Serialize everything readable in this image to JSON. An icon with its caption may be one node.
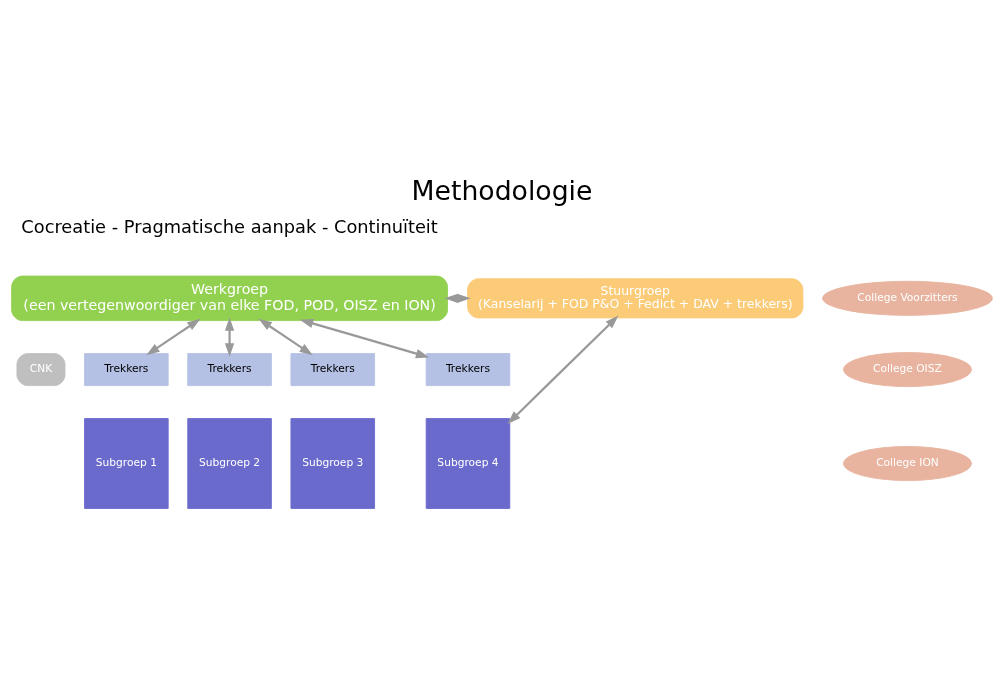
{
  "diagram": {
    "title": "Methodologie",
    "nodes": [
      {
        "text": [
          "College Voorzitters"
        ]
      },
      {
        "text": [
          "College OISZ"
        ]
      },
      {
        "text": [
          "College ION"
        ]
      },
      {
        "text": [
          "CNK"
        ]
      },
      {
        "text": [
          "Werkgroep",
          "(een vertegenwoordiger van elke FOD, POD, OISZ en ION)"
        ]
      },
      {
        "text": [
          "Stuurgroep",
          "(Kanselarij + FOD P&O + Fedict + DAV + trekkers)"
        ]
      },
      {
        "text": [
          "Trekkers"
        ]
      },
      {
        "text": [
          "Trekkers"
        ]
      },
      {
        "text": [
          "Trekkers"
        ]
      },
      {
        "text": [
          "Trekkers"
        ]
      },
      {
        "text": [
          "Subgroep 1"
        ]
      },
      {
        "text": [
          "Subgroep 2"
        ]
      },
      {
        "text": [
          "Subgroep 3"
        ]
      },
      {
        "text": [
          "Subgroep 4"
        ]
      }
    ],
    "edges": [
      {
        "from": 4,
        "to": 6,
        "arrow": "both"
      },
      {
        "from": 4,
        "to": 7,
        "arrow": "both"
      },
      {
        "from": 4,
        "to": 8,
        "arrow": "both"
      },
      {
        "from": 4,
        "to": 9,
        "arrow": "both"
      },
      {
        "from": 4,
        "to": 5,
        "arrow": "both"
      },
      {
        "from": 13,
        "to": 5,
        "arrow": "both"
      }
    ],
    "labels": [
      "Cocreatie - Pragmatische aanpak - Continuïteit"
    ]
  }
}
